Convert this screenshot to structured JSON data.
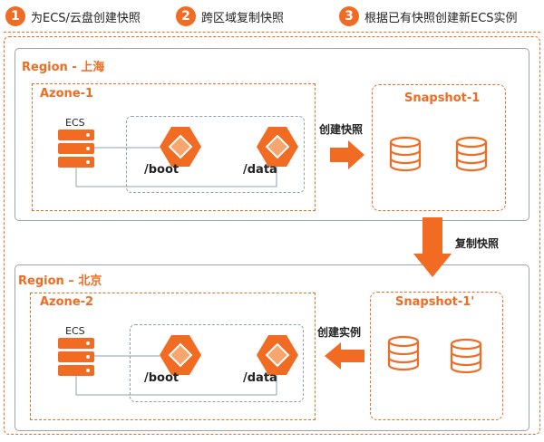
{
  "steps": [
    {
      "num": "1",
      "text": "为ECS/云盘创建快照"
    },
    {
      "num": "2",
      "text": "跨区域复制快照"
    },
    {
      "num": "3",
      "text": "根据已有快照创建新ECS实例"
    }
  ],
  "regions": [
    {
      "title": "Region - 上海",
      "zone": {
        "title": "Azone-1",
        "ecs_label": "ECS",
        "disk_labels": [
          "/boot",
          "/data"
        ]
      },
      "snapshot": {
        "title": "Snapshot-1"
      }
    },
    {
      "title": "Region – 北京",
      "zone": {
        "title": "Azone-2",
        "ecs_label": "ECS",
        "disk_labels": [
          "/boot",
          "/data"
        ]
      },
      "snapshot": {
        "title": "Snapshot-1'"
      }
    }
  ],
  "arrows": {
    "create_snapshot": "创建快照",
    "copy_snapshot": "复制快照",
    "create_instance": "创建实例"
  },
  "colors": {
    "accent": "#f26b22",
    "region_border": "#9aa4b1",
    "disk_group_border": "#8ea0b3"
  },
  "icons": [
    "server-icon",
    "disk-icon",
    "database-icon",
    "arrow-right-icon",
    "arrow-down-icon",
    "arrow-left-icon"
  ]
}
